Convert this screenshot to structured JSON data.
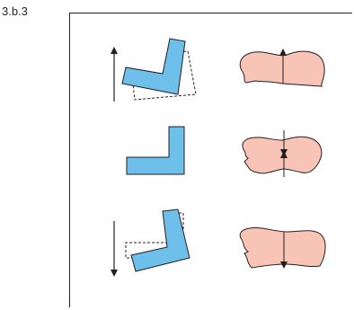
{
  "figure": {
    "label": "3.b.3"
  },
  "colors": {
    "bracket_fill": "#6ebfea",
    "organ_fill": "#f7c4b6",
    "stroke": "#231f20",
    "frame": "#231f20",
    "background": "#ffffff"
  },
  "panels": [
    {
      "id": "top",
      "arrow": "up",
      "state": "tilted-up"
    },
    {
      "id": "middle",
      "arrow": "both",
      "state": "neutral"
    },
    {
      "id": "bottom",
      "arrow": "down",
      "state": "tilted-down"
    }
  ]
}
